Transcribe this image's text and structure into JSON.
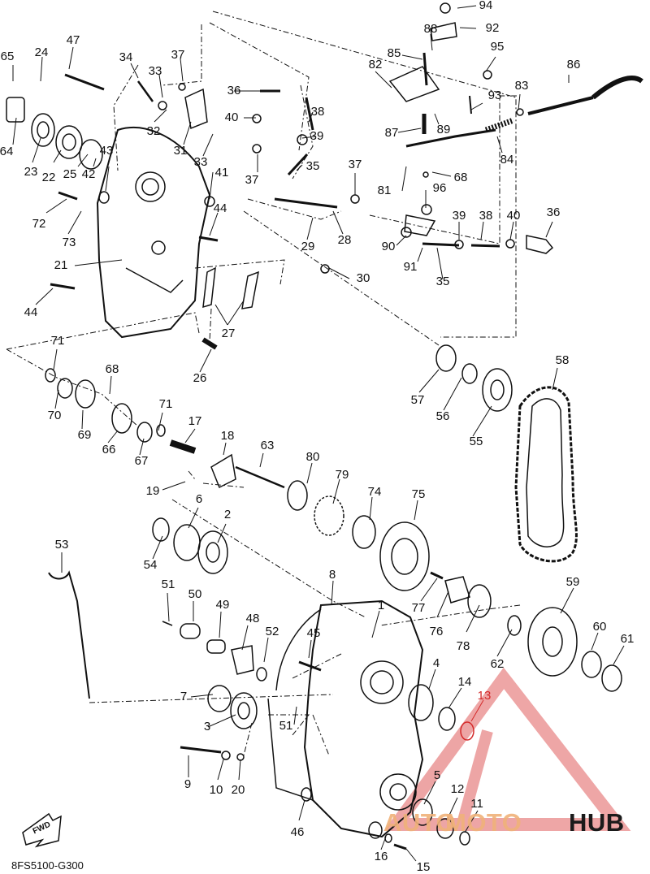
{
  "diagram_code": "8FS5100-G300",
  "fwd_label": "FWD",
  "watermark": {
    "part1": "AUTO",
    "part2": "MOTO",
    "part3": "HUB",
    "color_light": "#f0b27a",
    "color_dark": "#1a1a1a",
    "logo_color": "#e26b6b"
  },
  "callouts": [
    {
      "n": "94"
    },
    {
      "n": "88"
    },
    {
      "n": "92"
    },
    {
      "n": "85"
    },
    {
      "n": "95"
    },
    {
      "n": "82"
    },
    {
      "n": "86"
    },
    {
      "n": "83"
    },
    {
      "n": "93"
    },
    {
      "n": "87"
    },
    {
      "n": "89"
    },
    {
      "n": "84"
    },
    {
      "n": "68"
    },
    {
      "n": "81"
    },
    {
      "n": "96"
    },
    {
      "n": "39"
    },
    {
      "n": "38"
    },
    {
      "n": "40"
    },
    {
      "n": "36"
    },
    {
      "n": "90"
    },
    {
      "n": "91"
    },
    {
      "n": "35"
    },
    {
      "n": "47"
    },
    {
      "n": "24"
    },
    {
      "n": "65"
    },
    {
      "n": "34"
    },
    {
      "n": "33"
    },
    {
      "n": "37"
    },
    {
      "n": "36"
    },
    {
      "n": "38"
    },
    {
      "n": "40"
    },
    {
      "n": "39"
    },
    {
      "n": "32"
    },
    {
      "n": "31"
    },
    {
      "n": "33"
    },
    {
      "n": "35"
    },
    {
      "n": "37"
    },
    {
      "n": "37"
    },
    {
      "n": "41"
    },
    {
      "n": "64"
    },
    {
      "n": "23"
    },
    {
      "n": "22"
    },
    {
      "n": "25"
    },
    {
      "n": "42"
    },
    {
      "n": "43"
    },
    {
      "n": "72"
    },
    {
      "n": "44"
    },
    {
      "n": "73"
    },
    {
      "n": "29"
    },
    {
      "n": "28"
    },
    {
      "n": "21"
    },
    {
      "n": "30"
    },
    {
      "n": "44"
    },
    {
      "n": "27"
    },
    {
      "n": "26"
    },
    {
      "n": "71"
    },
    {
      "n": "68"
    },
    {
      "n": "70"
    },
    {
      "n": "69"
    },
    {
      "n": "71"
    },
    {
      "n": "66"
    },
    {
      "n": "67"
    },
    {
      "n": "17"
    },
    {
      "n": "18"
    },
    {
      "n": "63"
    },
    {
      "n": "19"
    },
    {
      "n": "80"
    },
    {
      "n": "79"
    },
    {
      "n": "74"
    },
    {
      "n": "75"
    },
    {
      "n": "57"
    },
    {
      "n": "56"
    },
    {
      "n": "55"
    },
    {
      "n": "58"
    },
    {
      "n": "53"
    },
    {
      "n": "6"
    },
    {
      "n": "2"
    },
    {
      "n": "54"
    },
    {
      "n": "8"
    },
    {
      "n": "51"
    },
    {
      "n": "50"
    },
    {
      "n": "49"
    },
    {
      "n": "48"
    },
    {
      "n": "52"
    },
    {
      "n": "45"
    },
    {
      "n": "1"
    },
    {
      "n": "77"
    },
    {
      "n": "76"
    },
    {
      "n": "78"
    },
    {
      "n": "59"
    },
    {
      "n": "60"
    },
    {
      "n": "61"
    },
    {
      "n": "62"
    },
    {
      "n": "4"
    },
    {
      "n": "14"
    },
    {
      "n": "13",
      "red": true
    },
    {
      "n": "7"
    },
    {
      "n": "3"
    },
    {
      "n": "51"
    },
    {
      "n": "9"
    },
    {
      "n": "10"
    },
    {
      "n": "20"
    },
    {
      "n": "5"
    },
    {
      "n": "12"
    },
    {
      "n": "11"
    },
    {
      "n": "46"
    },
    {
      "n": "16"
    },
    {
      "n": "15"
    }
  ]
}
